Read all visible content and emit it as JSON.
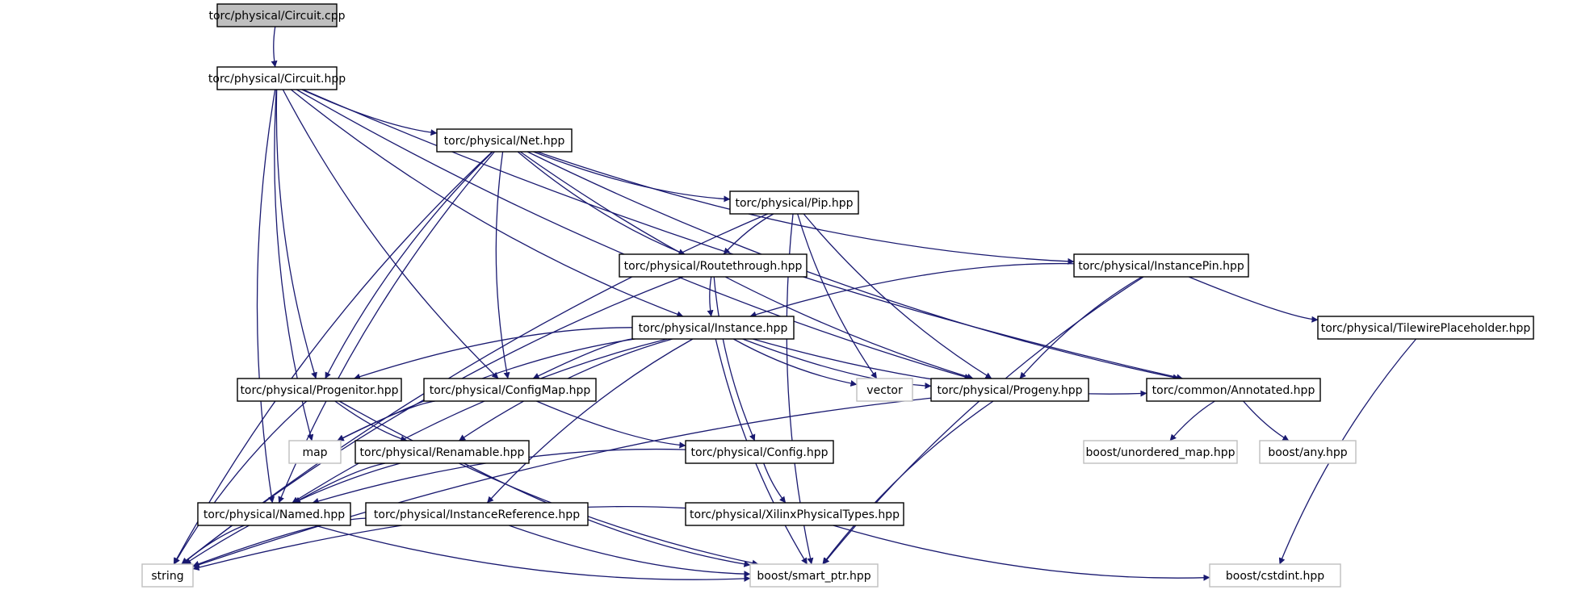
{
  "colors": {
    "edge": "#191970",
    "node_border": "#000000",
    "ext_border": "#bfbfbf",
    "root_fill": "#bfbfbf",
    "node_fill": "#ffffff"
  },
  "nodes": [
    {
      "id": "circuit_cpp",
      "label": "torc/physical/Circuit.cpp",
      "kind": "root"
    },
    {
      "id": "circuit_hpp",
      "label": "torc/physical/Circuit.hpp",
      "kind": "file"
    },
    {
      "id": "net",
      "label": "torc/physical/Net.hpp",
      "kind": "file"
    },
    {
      "id": "pip",
      "label": "torc/physical/Pip.hpp",
      "kind": "file"
    },
    {
      "id": "routethrough",
      "label": "torc/physical/Routethrough.hpp",
      "kind": "file"
    },
    {
      "id": "instancepin",
      "label": "torc/physical/InstancePin.hpp",
      "kind": "file"
    },
    {
      "id": "instance",
      "label": "torc/physical/Instance.hpp",
      "kind": "file"
    },
    {
      "id": "tilewire",
      "label": "torc/physical/TilewirePlaceholder.hpp",
      "kind": "file"
    },
    {
      "id": "progenitor",
      "label": "torc/physical/Progenitor.hpp",
      "kind": "file"
    },
    {
      "id": "configmap",
      "label": "torc/physical/ConfigMap.hpp",
      "kind": "file"
    },
    {
      "id": "vector",
      "label": "vector",
      "kind": "external"
    },
    {
      "id": "progeny",
      "label": "torc/physical/Progeny.hpp",
      "kind": "file"
    },
    {
      "id": "annotated",
      "label": "torc/common/Annotated.hpp",
      "kind": "file"
    },
    {
      "id": "map",
      "label": "map",
      "kind": "external"
    },
    {
      "id": "renamable",
      "label": "torc/physical/Renamable.hpp",
      "kind": "file"
    },
    {
      "id": "config",
      "label": "torc/physical/Config.hpp",
      "kind": "file"
    },
    {
      "id": "unordered_map",
      "label": "boost/unordered_map.hpp",
      "kind": "external"
    },
    {
      "id": "any",
      "label": "boost/any.hpp",
      "kind": "external"
    },
    {
      "id": "named",
      "label": "torc/physical/Named.hpp",
      "kind": "file"
    },
    {
      "id": "instancereference",
      "label": "torc/physical/InstanceReference.hpp",
      "kind": "file"
    },
    {
      "id": "xilinxtypes",
      "label": "torc/physical/XilinxPhysicalTypes.hpp",
      "kind": "file"
    },
    {
      "id": "string",
      "label": "string",
      "kind": "external"
    },
    {
      "id": "smart_ptr",
      "label": "boost/smart_ptr.hpp",
      "kind": "external"
    },
    {
      "id": "cstdint",
      "label": "boost/cstdint.hpp",
      "kind": "external"
    }
  ],
  "edges": [
    {
      "from": "circuit_cpp",
      "to": "circuit_hpp"
    },
    {
      "from": "circuit_hpp",
      "to": "net"
    },
    {
      "from": "circuit_hpp",
      "to": "instance"
    },
    {
      "from": "circuit_hpp",
      "to": "configmap"
    },
    {
      "from": "circuit_hpp",
      "to": "progenitor"
    },
    {
      "from": "circuit_hpp",
      "to": "map"
    },
    {
      "from": "circuit_hpp",
      "to": "named"
    },
    {
      "from": "circuit_hpp",
      "to": "progeny"
    },
    {
      "from": "circuit_hpp",
      "to": "annotated"
    },
    {
      "from": "net",
      "to": "pip"
    },
    {
      "from": "net",
      "to": "routethrough"
    },
    {
      "from": "net",
      "to": "instancepin"
    },
    {
      "from": "net",
      "to": "configmap"
    },
    {
      "from": "net",
      "to": "progenitor"
    },
    {
      "from": "net",
      "to": "named"
    },
    {
      "from": "net",
      "to": "string"
    },
    {
      "from": "net",
      "to": "progeny"
    },
    {
      "from": "net",
      "to": "annotated"
    },
    {
      "from": "pip",
      "to": "routethrough"
    },
    {
      "from": "pip",
      "to": "vector"
    },
    {
      "from": "pip",
      "to": "progeny"
    },
    {
      "from": "pip",
      "to": "string"
    },
    {
      "from": "pip",
      "to": "smart_ptr"
    },
    {
      "from": "routethrough",
      "to": "instance"
    },
    {
      "from": "routethrough",
      "to": "config"
    },
    {
      "from": "routethrough",
      "to": "string"
    },
    {
      "from": "instancepin",
      "to": "instance"
    },
    {
      "from": "instancepin",
      "to": "tilewire"
    },
    {
      "from": "instancepin",
      "to": "progeny"
    },
    {
      "from": "instancepin",
      "to": "smart_ptr"
    },
    {
      "from": "instance",
      "to": "progenitor"
    },
    {
      "from": "instance",
      "to": "configmap"
    },
    {
      "from": "instance",
      "to": "vector"
    },
    {
      "from": "instance",
      "to": "progeny"
    },
    {
      "from": "instance",
      "to": "annotated"
    },
    {
      "from": "instance",
      "to": "map"
    },
    {
      "from": "instance",
      "to": "renamable"
    },
    {
      "from": "instance",
      "to": "named"
    },
    {
      "from": "instance",
      "to": "instancereference"
    },
    {
      "from": "instance",
      "to": "smart_ptr"
    },
    {
      "from": "tilewire",
      "to": "cstdint"
    },
    {
      "from": "progenitor",
      "to": "renamable"
    },
    {
      "from": "progenitor",
      "to": "string"
    },
    {
      "from": "progenitor",
      "to": "smart_ptr"
    },
    {
      "from": "configmap",
      "to": "config"
    },
    {
      "from": "configmap",
      "to": "map"
    },
    {
      "from": "progeny",
      "to": "string"
    },
    {
      "from": "progeny",
      "to": "smart_ptr"
    },
    {
      "from": "annotated",
      "to": "unordered_map"
    },
    {
      "from": "annotated",
      "to": "any"
    },
    {
      "from": "renamable",
      "to": "named"
    },
    {
      "from": "renamable",
      "to": "string"
    },
    {
      "from": "renamable",
      "to": "smart_ptr"
    },
    {
      "from": "config",
      "to": "named"
    },
    {
      "from": "config",
      "to": "xilinxtypes"
    },
    {
      "from": "named",
      "to": "string"
    },
    {
      "from": "named",
      "to": "smart_ptr"
    },
    {
      "from": "instancereference",
      "to": "string"
    },
    {
      "from": "instancereference",
      "to": "smart_ptr"
    },
    {
      "from": "xilinxtypes",
      "to": "string"
    },
    {
      "from": "xilinxtypes",
      "to": "cstdint"
    }
  ]
}
